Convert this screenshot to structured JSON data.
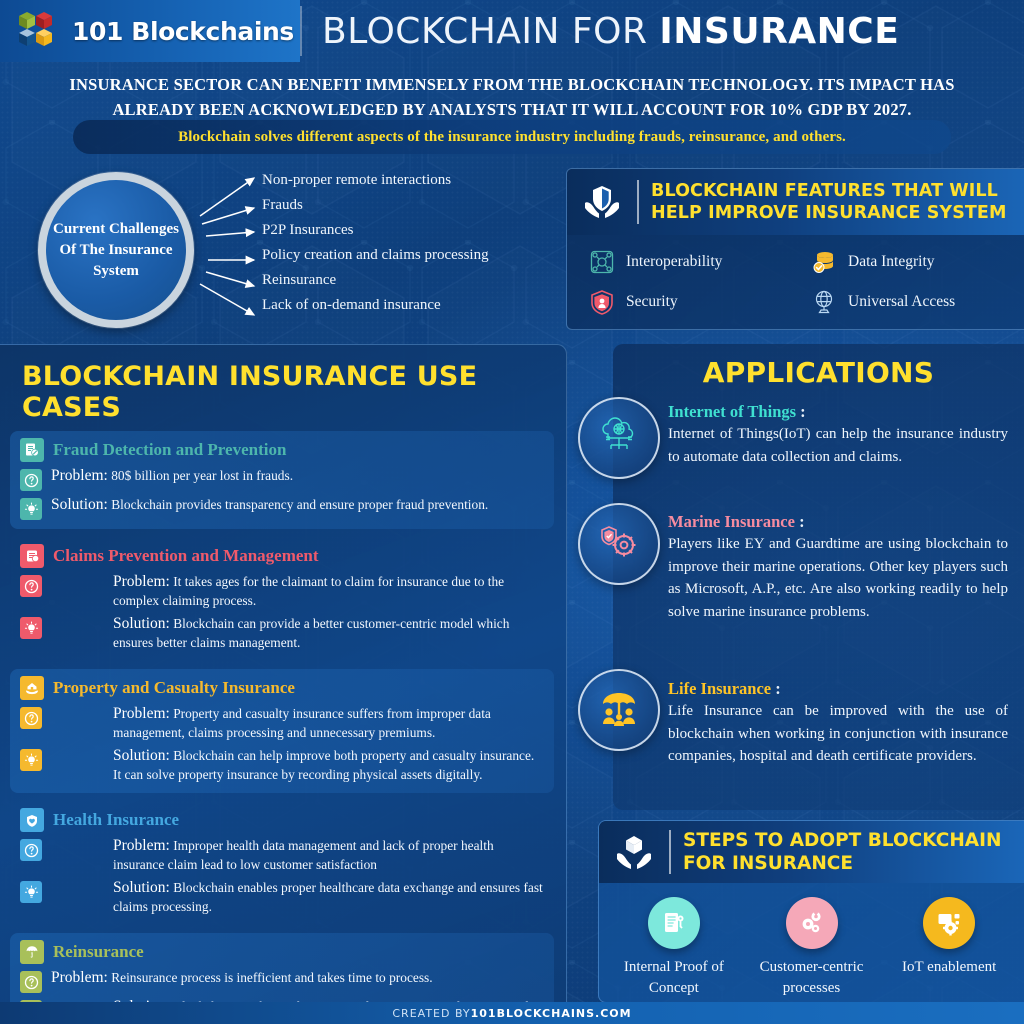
{
  "brand": {
    "name": "101 Blockchains",
    "logo_icon": "cubes-logo-icon"
  },
  "header": {
    "title_light": "BLOCKCHAIN FOR ",
    "title_bold": "INSURANCE"
  },
  "hero": {
    "statement": "INSURANCE SECTOR CAN BENEFIT IMMENSELY FROM THE BLOCKCHAIN  TECHNOLOGY. ITS IMPACT HAS ALREADY BEEN ACKNOWLEDGED BY ANALYSTS THAT IT WILL ACCOUNT FOR 10%  GDP BY 2027.",
    "pill": "Blockchain solves different aspects of the insurance industry including frauds, reinsurance, and  others."
  },
  "challenges": {
    "circle_label": "Current Challenges Of The Insurance System",
    "items": [
      "Non-proper remote interactions",
      "Frauds",
      "P2P Insurances",
      "Policy creation and claims processing",
      "Reinsurance",
      "Lack of on-demand insurance"
    ]
  },
  "features": {
    "icon": "shield-in-hands-icon",
    "heading_line1": "BLOCKCHAIN FEATURES THAT WILL",
    "heading_line2": "HELP IMPROVE INSURANCE SYSTEM",
    "items": [
      {
        "label": "Interoperability",
        "icon": "network-nodes-icon",
        "color": "#4DB6AC"
      },
      {
        "label": "Data Integrity",
        "icon": "database-check-icon",
        "color": "#F5B92E"
      },
      {
        "label": "Security",
        "icon": "shield-lock-icon",
        "color": "#EF5A6B"
      },
      {
        "label": "Universal Access",
        "icon": "globe-access-icon",
        "color": "#9FC8E8"
      }
    ]
  },
  "use_cases": {
    "title": "BLOCKCHAIN INSURANCE USE CASES",
    "problem_label": "Problem:",
    "solution_label": "Solution:",
    "items": [
      {
        "title": "Fraud Detection and Prevention",
        "color": "#4DB6AC",
        "title_icon": "document-check-icon",
        "problem": "80$ billion per year lost in frauds.",
        "solution": "Blockchain provides transparency and ensure proper fraud prevention."
      },
      {
        "title": "Claims Prevention and Management",
        "color": "#EF5A6B",
        "title_icon": "claims-folder-icon",
        "problem": "It takes ages for the claimant to claim for insurance due to the complex claiming process.",
        "solution": "Blockchain can provide a better customer-centric model which ensures better claims  management."
      },
      {
        "title": "Property and Casualty Insurance",
        "color": "#F5B92E",
        "title_icon": "house-hand-icon",
        "problem": "Property and casualty insurance suffers from improper data management, claims  processing and unnecessary premiums.",
        "solution": "Blockchain can help improve both property and casualty insurance. It can solve  property insurance by recording physical assets digitally."
      },
      {
        "title": "Health Insurance",
        "color": "#44A8E0",
        "title_icon": "heart-shield-icon",
        "problem": "Improper health data management and lack of proper health insurance claim lead to  low customer satisfaction",
        "solution": "Blockchain enables proper healthcare data exchange and ensures fast claims  processing."
      },
      {
        "title": "Reinsurance",
        "color": "#A8C05A",
        "title_icon": "umbrella-arrow-icon",
        "problem": "Reinsurance process is inefficient and takes time to process.",
        "solution": "Blockchain can be used to create online contracts and automate a lot of different  processes related to reinsurance."
      }
    ]
  },
  "applications": {
    "title": "APPLICATIONS",
    "items": [
      {
        "title": "Internet of Things",
        "colon": " :",
        "color": "#3FE0D0",
        "icon": "cloud-iot-icon",
        "body": "Internet of Things(IoT) can help the insurance industry to automate data   collection and claims."
      },
      {
        "title": "Marine Insurance",
        "colon": " :",
        "color": "#F68CA0",
        "icon": "ship-wheel-shield-icon",
        "body": "Players like EY and Guardtime are using blockchain to improve their marine  operations. Other key players such as Microsoft, A.P., etc. Are also working readily to help solve  marine insurance problems."
      },
      {
        "title": "Life Insurance",
        "colon": " :",
        "color": "#FFC426",
        "icon": "family-umbrella-icon",
        "body": "Life Insurance can be improved with the use of blockchain when working in  conjunction with insurance companies, hospital and death certificate providers."
      }
    ]
  },
  "steps": {
    "icon": "box-in-hands-icon",
    "heading_line1": "STEPS TO ADOPT BLOCKCHAIN",
    "heading_line2": "FOR INSURANCE",
    "items": [
      {
        "label": "Internal Proof of Concept",
        "color": "#7DE8DC",
        "icon": "document-key-icon"
      },
      {
        "label": "Customer-centric processes",
        "color": "#F5A8B8",
        "icon": "gears-person-icon"
      },
      {
        "label": "IoT enablement",
        "color": "#F5B91E",
        "icon": "device-gear-icon"
      }
    ]
  },
  "footer": {
    "prefix": "CREATED BY ",
    "site": "101BLOCKCHAINS.COM"
  }
}
